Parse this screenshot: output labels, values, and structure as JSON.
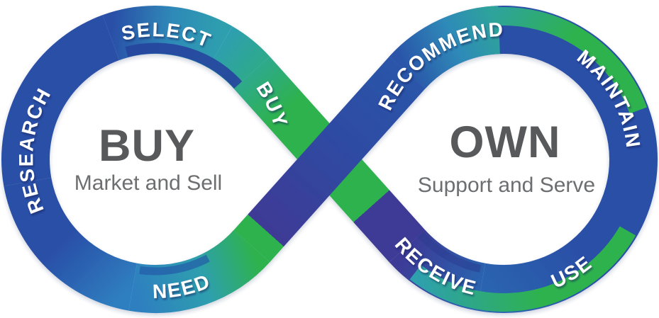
{
  "diagram": {
    "type": "infinity-loop-customer-lifecycle",
    "left_loop": {
      "heading": "BUY",
      "subheading": "Market and Sell",
      "stage_order": [
        "NEED",
        "RESEARCH",
        "SELECT",
        "BUY"
      ]
    },
    "right_loop": {
      "heading": "OWN",
      "subheading": "Support and Serve",
      "stage_order": [
        "RECEIVE",
        "USE",
        "MAINTAIN",
        "RECOMMEND"
      ]
    },
    "labels": {
      "research": "RESEARCH",
      "select": "SELECT",
      "buy": "BUY",
      "need": "NEED",
      "recommend": "RECOMMEND",
      "maintain": "MAINTAIN",
      "use": "USE",
      "receive": "RECEIVE"
    },
    "colors": {
      "royal_blue": "#2b4fa7",
      "azure_blue": "#2e7fc0",
      "teal": "#2d9fae",
      "green": "#2fb24d",
      "indigo": "#3e3a95",
      "receive_blue": "#2a65b0",
      "heading_gray": "#58595b",
      "subheading_gray": "#6d6e70",
      "label_white": "#ffffff"
    }
  }
}
